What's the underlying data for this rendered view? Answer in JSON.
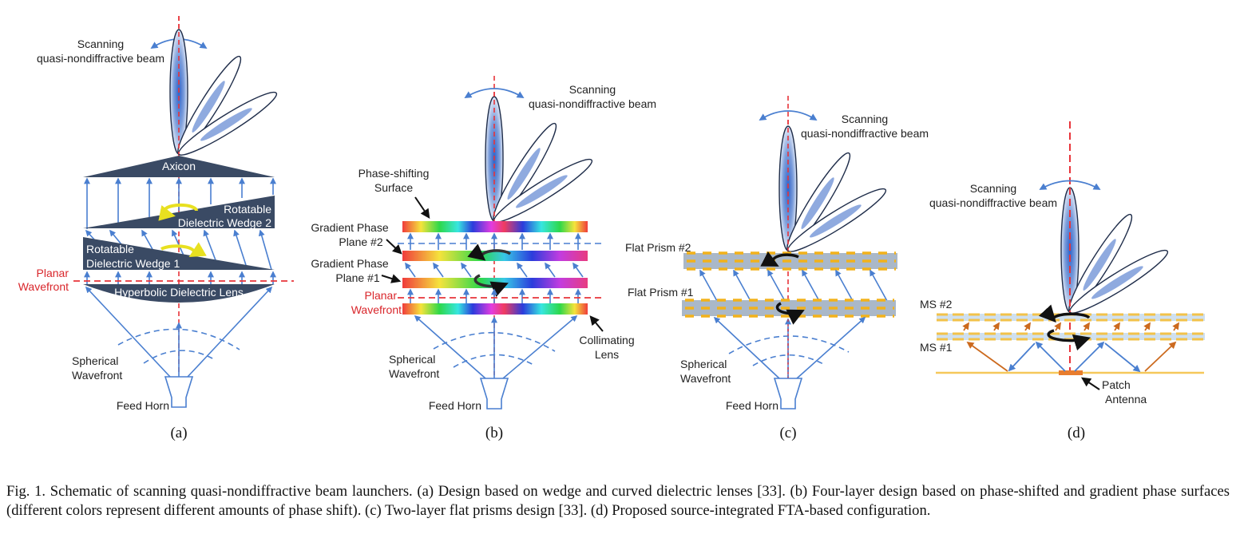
{
  "figure": {
    "panels": [
      {
        "id": "a",
        "label": "(a)",
        "beam_label_1": "Scanning",
        "beam_label_2": "quasi-nondiffractive beam",
        "axicon": "Axicon",
        "wedge2_1": "Rotatable",
        "wedge2_2": "Dielectric Wedge 2",
        "wedge1_1": "Rotatable",
        "wedge1_2": "Dielectric Wedge 1",
        "planar_1": "Planar",
        "planar_2": "Wavefront",
        "lens": "Hyperbolic Dielectric Lens",
        "spherical_1": "Spherical",
        "spherical_2": "Wavefront",
        "horn": "Feed Horn"
      },
      {
        "id": "b",
        "label": "(b)",
        "beam_label_1": "Scanning",
        "beam_label_2": "quasi-nondiffractive beam",
        "phase_shift_1": "Phase-shifting",
        "phase_shift_2": "Surface",
        "gp2_1": "Gradient Phase",
        "gp2_2": "Plane #2",
        "gp1_1": "Gradient Phase",
        "gp1_2": "Plane #1",
        "planar_1": "Planar",
        "planar_2": "Wavefront",
        "collimating_1": "Collimating",
        "collimating_2": "Lens",
        "spherical_1": "Spherical",
        "spherical_2": "Wavefront",
        "horn": "Feed Horn"
      },
      {
        "id": "c",
        "label": "(c)",
        "beam_label_1": "Scanning",
        "beam_label_2": "quasi-nondiffractive beam",
        "prism2": "Flat Prism #2",
        "prism1": "Flat Prism #1",
        "spherical_1": "Spherical",
        "spherical_2": "Wavefront",
        "horn": "Feed Horn"
      },
      {
        "id": "d",
        "label": "(d)",
        "beam_label_1": "Scanning",
        "beam_label_2": "quasi-nondiffractive beam",
        "ms2": "MS #2",
        "ms1": "MS #1",
        "patch_1": "Patch",
        "patch_2": "Antenna"
      }
    ],
    "colors": {
      "ray_blue": "#4a7fd0",
      "axis_red": "#e8343a",
      "dielectric_dark": "#3a4a64",
      "prism_gray": "#aab8c8",
      "dash_yellow": "#f2b21b",
      "orange_ray": "#cc6a1e",
      "rotation_yellow": "#e8e020"
    }
  },
  "caption": "Fig. 1.  Schematic of scanning quasi-nondiffractive beam launchers. (a) Design based on wedge and curved dielectric lenses [33]. (b) Four-layer design based on phase-shifted and gradient phase surfaces (different colors represent different amounts of phase shift). (c) Two-layer flat prisms design [33]. (d) Proposed source-integrated FTA-based configuration."
}
